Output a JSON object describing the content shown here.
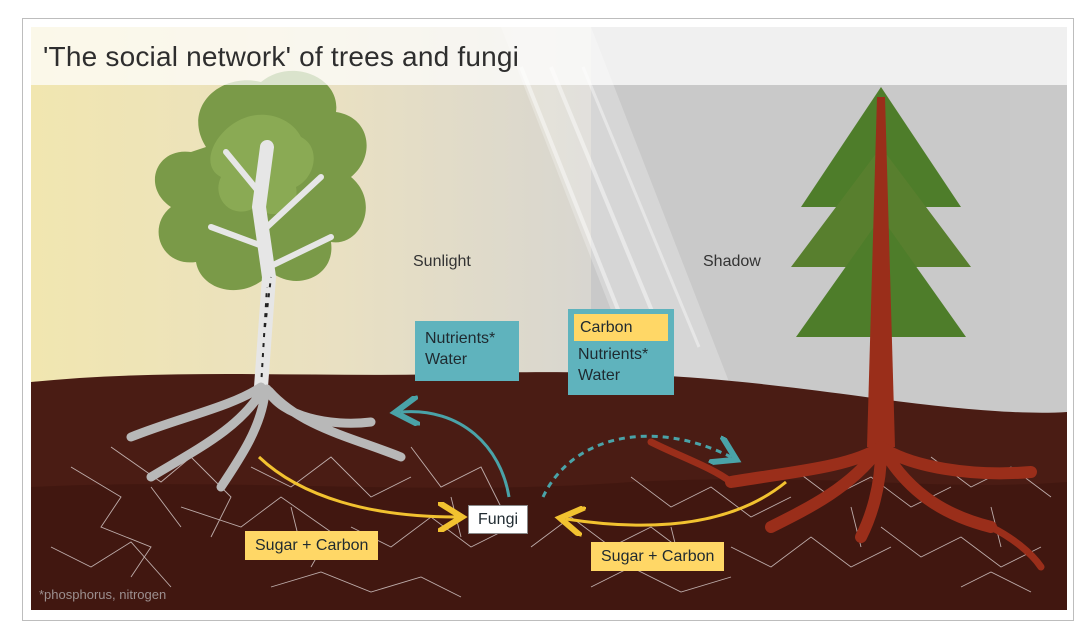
{
  "title": "'The social network' of trees and fungi",
  "labels": {
    "sunlight": "Sunlight",
    "shadow": "Shadow"
  },
  "boxes": {
    "left_nutrients": "Nutrients*",
    "left_water": "Water",
    "right_carbon": "Carbon",
    "right_nutrients": "Nutrients*",
    "right_water": "Water",
    "fungi": "Fungi",
    "sugar_carbon_left": "Sugar + Carbon",
    "sugar_carbon_right": "Sugar + Carbon"
  },
  "footnote": "*phosphorus, nitrogen",
  "colors": {
    "soil": "#4a1c14",
    "sunlight_bg": "#ece2b4",
    "shadow_bg": "#c9c9c9",
    "teal_box": "#5fb3bd",
    "yellow_box": "#ffd766",
    "teal_arrow": "#4aa3a8",
    "yellow_arrow": "#f2c230",
    "deciduous_leaves": "#7a9a48",
    "conifer_leaves": "#4e7d2a",
    "conifer_trunk": "#9a2e1a"
  },
  "icons": {
    "deciduous_tree": "deciduous-tree-icon",
    "conifer_tree": "conifer-tree-icon",
    "mycelium": "mycelium-icon"
  }
}
